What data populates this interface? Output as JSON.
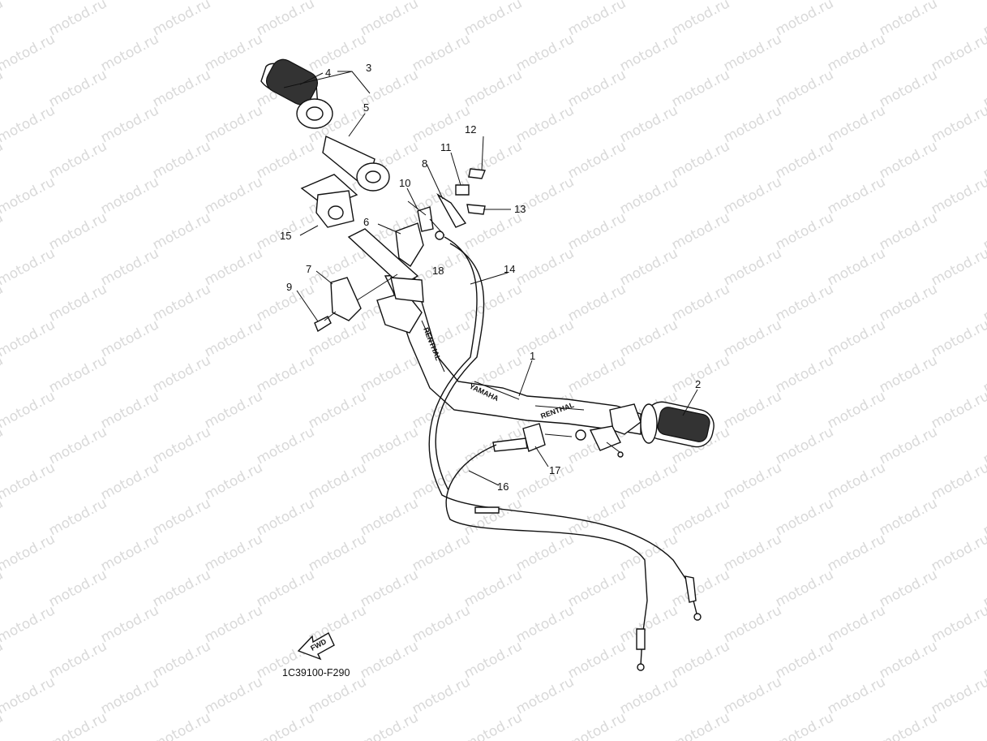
{
  "watermark": {
    "text": "motod.ru"
  },
  "diagram": {
    "code": "1C39100-F290",
    "fwd_label": "FWD",
    "brand_label": "YAMAHA",
    "handlebar_label": "RENTHAL",
    "parts": [
      {
        "num": "1"
      },
      {
        "num": "2"
      },
      {
        "num": "3"
      },
      {
        "num": "4"
      },
      {
        "num": "5"
      },
      {
        "num": "6"
      },
      {
        "num": "7"
      },
      {
        "num": "8"
      },
      {
        "num": "9"
      },
      {
        "num": "10"
      },
      {
        "num": "11"
      },
      {
        "num": "12"
      },
      {
        "num": "13"
      },
      {
        "num": "14"
      },
      {
        "num": "15"
      },
      {
        "num": "16"
      },
      {
        "num": "17"
      },
      {
        "num": "18"
      }
    ]
  }
}
